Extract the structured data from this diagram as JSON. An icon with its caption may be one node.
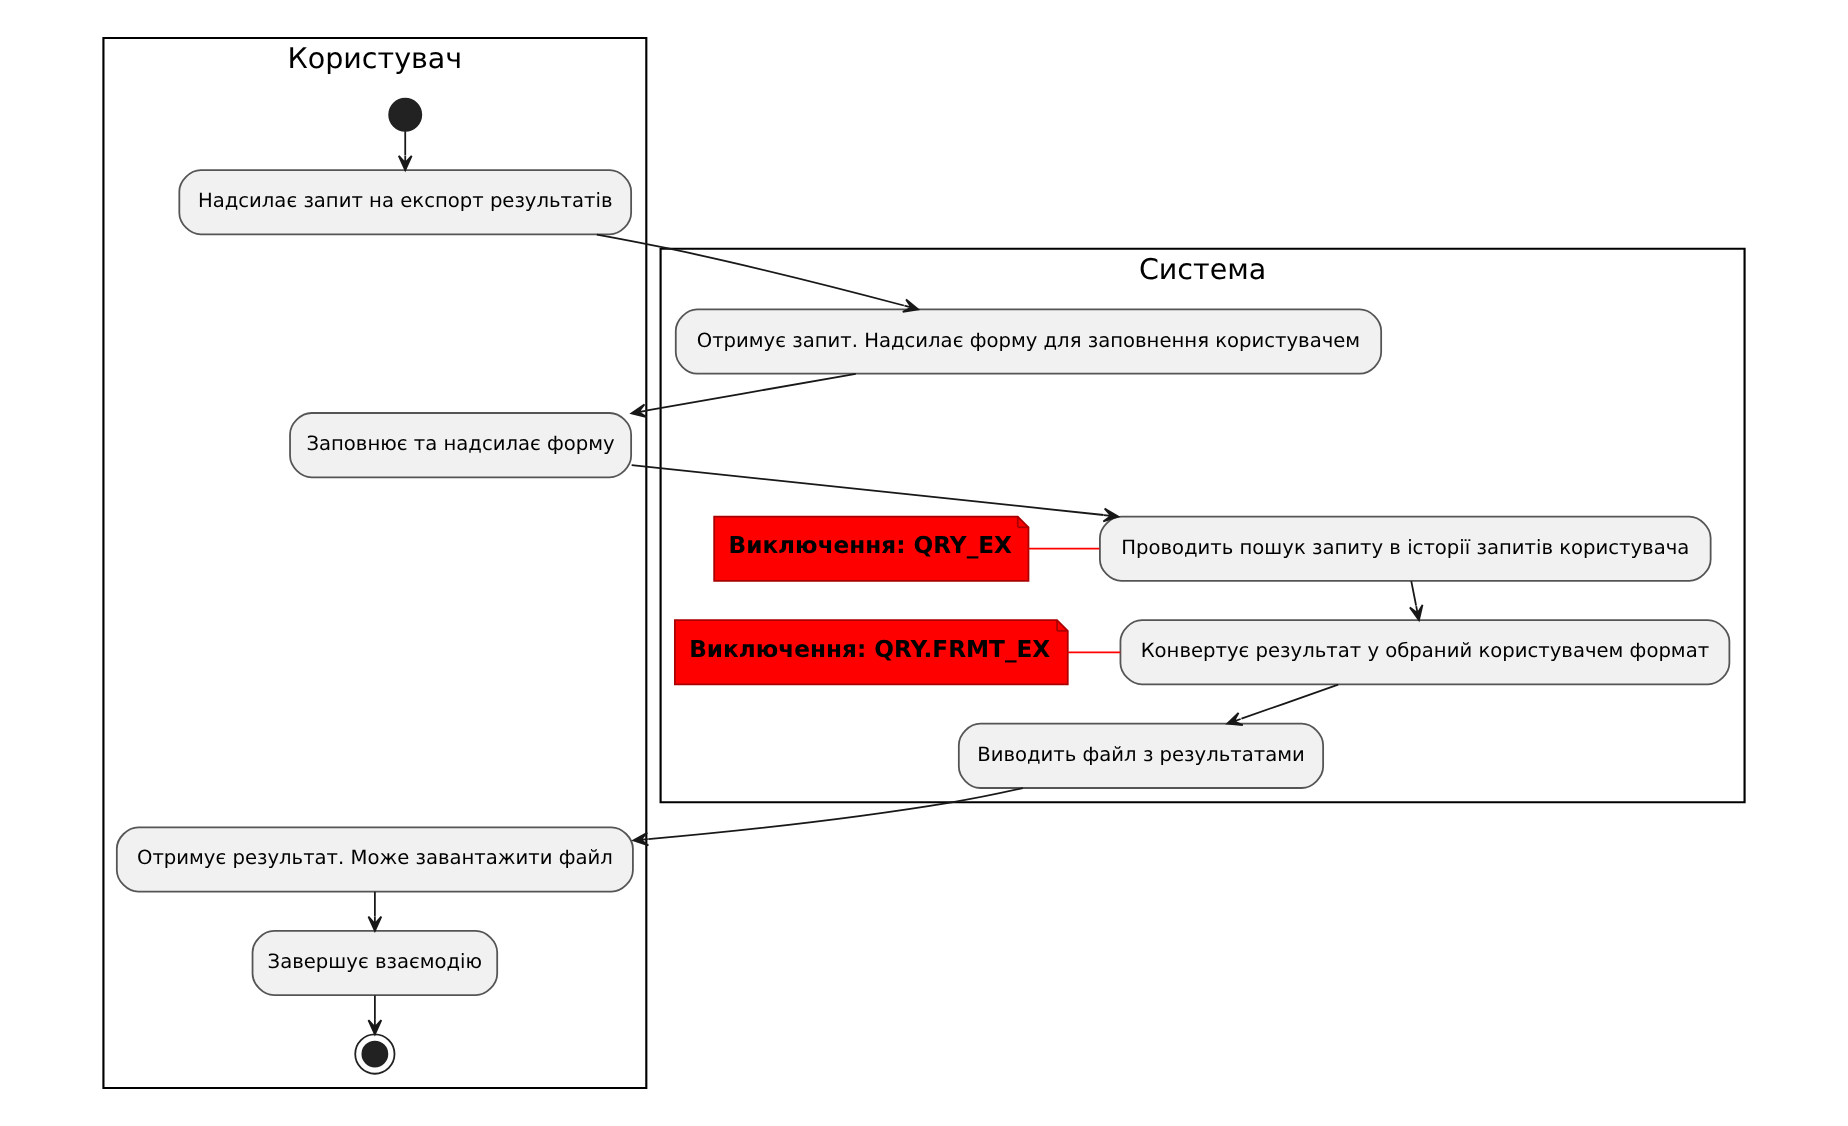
{
  "diagram": {
    "nodes": [
      {
        "text": [
          "Користувач"
        ]
      },
      {
        "text": [],
        "shape": "circle",
        "in": 0
      },
      {
        "text": [
          "Надсилає запит на експорт результатів"
        ],
        "in": 0
      },
      {
        "text": [
          "Система"
        ]
      },
      {
        "text": [
          "Отримує запит. Надсилає форму для заповнення користувачем"
        ],
        "in": 3
      },
      {
        "text": [
          "Заповнює та надсилає форму"
        ],
        "in": 0
      },
      {
        "text": [
          "Проводить пошук запиту в історії запитів користувача"
        ],
        "in": 3
      },
      {
        "text": [
          "Виключення: QRY_EX"
        ],
        "in": 3
      },
      {
        "text": [
          "Конвертує результат у обраний користувачем формат"
        ],
        "in": 3
      },
      {
        "text": [
          "Виключення: QRY.FRMT_EX"
        ],
        "in": 3
      },
      {
        "text": [
          "Виводить файл з результатами"
        ],
        "in": 3
      },
      {
        "text": [
          "Отримує результат. Може завантажити файл"
        ],
        "in": 0
      },
      {
        "text": [
          "Завершує взаємодію"
        ],
        "in": 0
      },
      {
        "text": [],
        "shape": "circle",
        "in": 0
      }
    ],
    "edges": [
      {
        "from": 1,
        "to": 2,
        "arrow": "to"
      },
      {
        "from": 2,
        "to": 4,
        "arrow": "to"
      },
      {
        "from": 4,
        "to": 5,
        "arrow": "to"
      },
      {
        "from": 5,
        "to": 6,
        "arrow": "to"
      },
      {
        "from": 7,
        "to": 6,
        "arrow": "none",
        "color": "#ff0000"
      },
      {
        "from": 6,
        "to": 8,
        "arrow": "to"
      },
      {
        "from": 9,
        "to": 8,
        "arrow": "none",
        "color": "#ff0000"
      },
      {
        "from": 8,
        "to": 10,
        "arrow": "to"
      },
      {
        "from": 10,
        "to": 11,
        "arrow": "to"
      },
      {
        "from": 11,
        "to": 12,
        "arrow": "to"
      },
      {
        "from": 12,
        "to": 13,
        "arrow": "to"
      }
    ]
  }
}
